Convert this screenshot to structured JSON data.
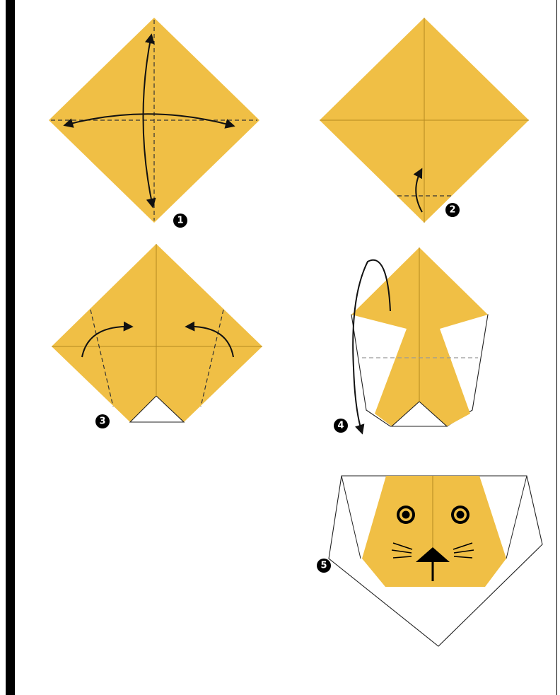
{
  "colors": {
    "paper": "#f0bf45",
    "crease": "#b58a1f",
    "badge": "#000000",
    "outline": "#222222"
  },
  "steps": [
    {
      "number": "1",
      "icon": "step-1-badge-icon"
    },
    {
      "number": "2",
      "icon": "step-2-badge-icon"
    },
    {
      "number": "3",
      "icon": "step-3-badge-icon"
    },
    {
      "number": "4",
      "icon": "step-4-badge-icon"
    },
    {
      "number": "5",
      "icon": "step-5-badge-icon"
    }
  ]
}
